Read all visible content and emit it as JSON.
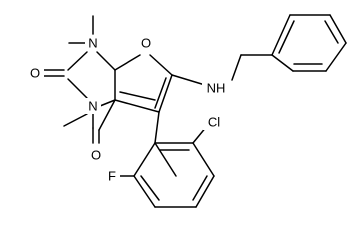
{
  "molecule": {
    "atoms": {
      "o1": "O",
      "n1": "N",
      "o2": "O",
      "n2": "N",
      "o3": "O",
      "nh": "NH",
      "cl": "Cl",
      "f": "F"
    }
  },
  "colors": {
    "background": "#ffffff",
    "bond": "#000000",
    "label": "#000000"
  }
}
